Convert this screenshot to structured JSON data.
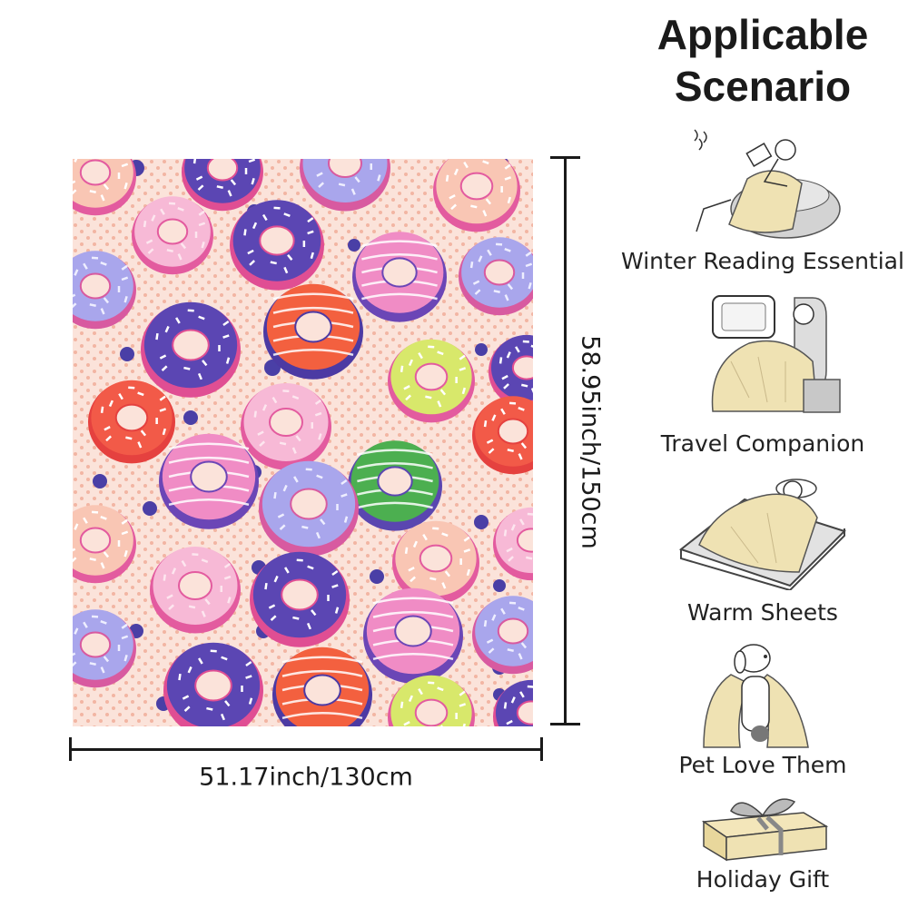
{
  "product": {
    "pattern_icon_name": "donut-pattern-blanket",
    "dimensions": {
      "height_label": "58.95inch/150cm",
      "width_label": "51.17inch/130cm"
    }
  },
  "sidebar": {
    "title_line1": "Applicable",
    "title_line2": "Scenario",
    "items": [
      {
        "label": "Winter Reading Essential",
        "icon": "reading-person-icon"
      },
      {
        "label": "Travel Companion",
        "icon": "travel-seat-icon"
      },
      {
        "label": "Warm Sheets",
        "icon": "bed-sleeping-icon"
      },
      {
        "label": "Pet Love Them",
        "icon": "dog-blanket-icon"
      },
      {
        "label": "Holiday Gift",
        "icon": "gift-box-icon"
      }
    ]
  },
  "colors": {
    "background": "#fbe3da",
    "dots": "#efa690",
    "sprinkle_balls": "#4a3fa6",
    "donut_purple": "#5a45b0",
    "donut_pink": "#e2549c",
    "donut_orange": "#f26446",
    "donut_green": "#4cae4f",
    "donut_yellow": "#d9e86a",
    "blanket_cream": "#efe2b3"
  }
}
